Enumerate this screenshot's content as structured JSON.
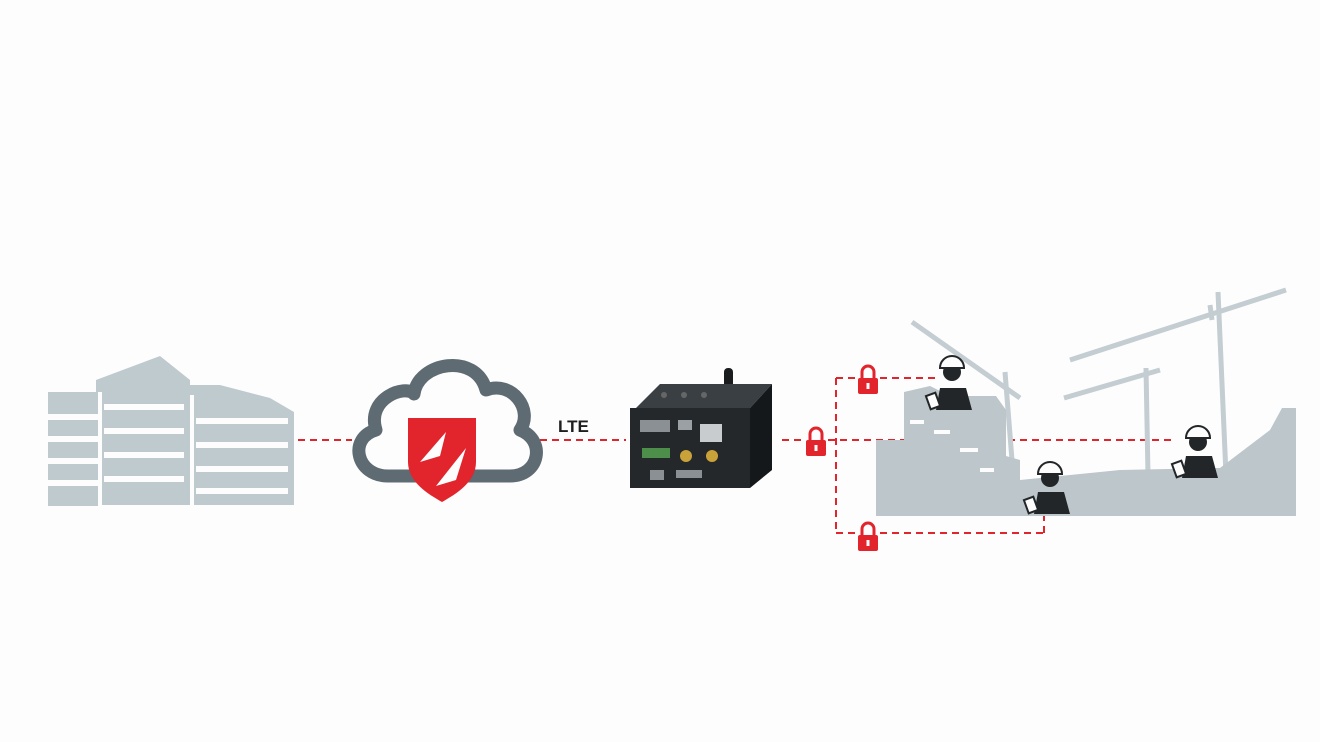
{
  "diagram": {
    "link_label": "LTE",
    "colors": {
      "link": "#e2242c",
      "building": "#bfcacf",
      "cloud": "#5e6b73",
      "shield": "#e2242c",
      "device": "#1f2326",
      "site": "#bcc6cb",
      "worker": "#232628"
    },
    "nodes": [
      {
        "id": "office-building",
        "icon": "office-building-icon"
      },
      {
        "id": "secure-cloud",
        "icon": "cloud-shield-icon"
      },
      {
        "id": "lte-router",
        "icon": "router-device-icon"
      },
      {
        "id": "construction-site",
        "icon": "construction-site-icon"
      }
    ],
    "secure_links": [
      {
        "icon": "padlock-icon",
        "target": "worker-top"
      },
      {
        "icon": "padlock-icon",
        "target": "worker-right"
      },
      {
        "icon": "padlock-icon",
        "target": "worker-bottom"
      }
    ]
  }
}
